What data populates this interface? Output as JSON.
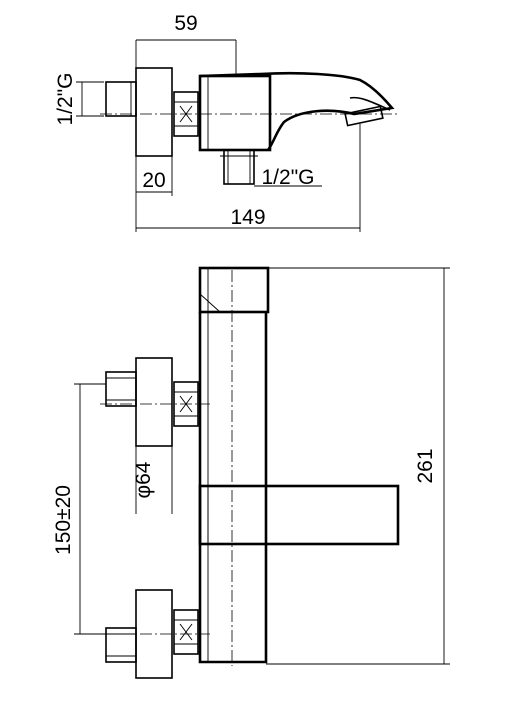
{
  "top_view": {
    "dim_width_top": "59",
    "dim_thread_left": "1/2\"G",
    "dim_depth": "20",
    "dim_thread_outlet": "1/2\"G",
    "dim_length": "149"
  },
  "front_view": {
    "dim_diameter": "φ64",
    "dim_center_distance": "150±20",
    "dim_height": "261"
  }
}
